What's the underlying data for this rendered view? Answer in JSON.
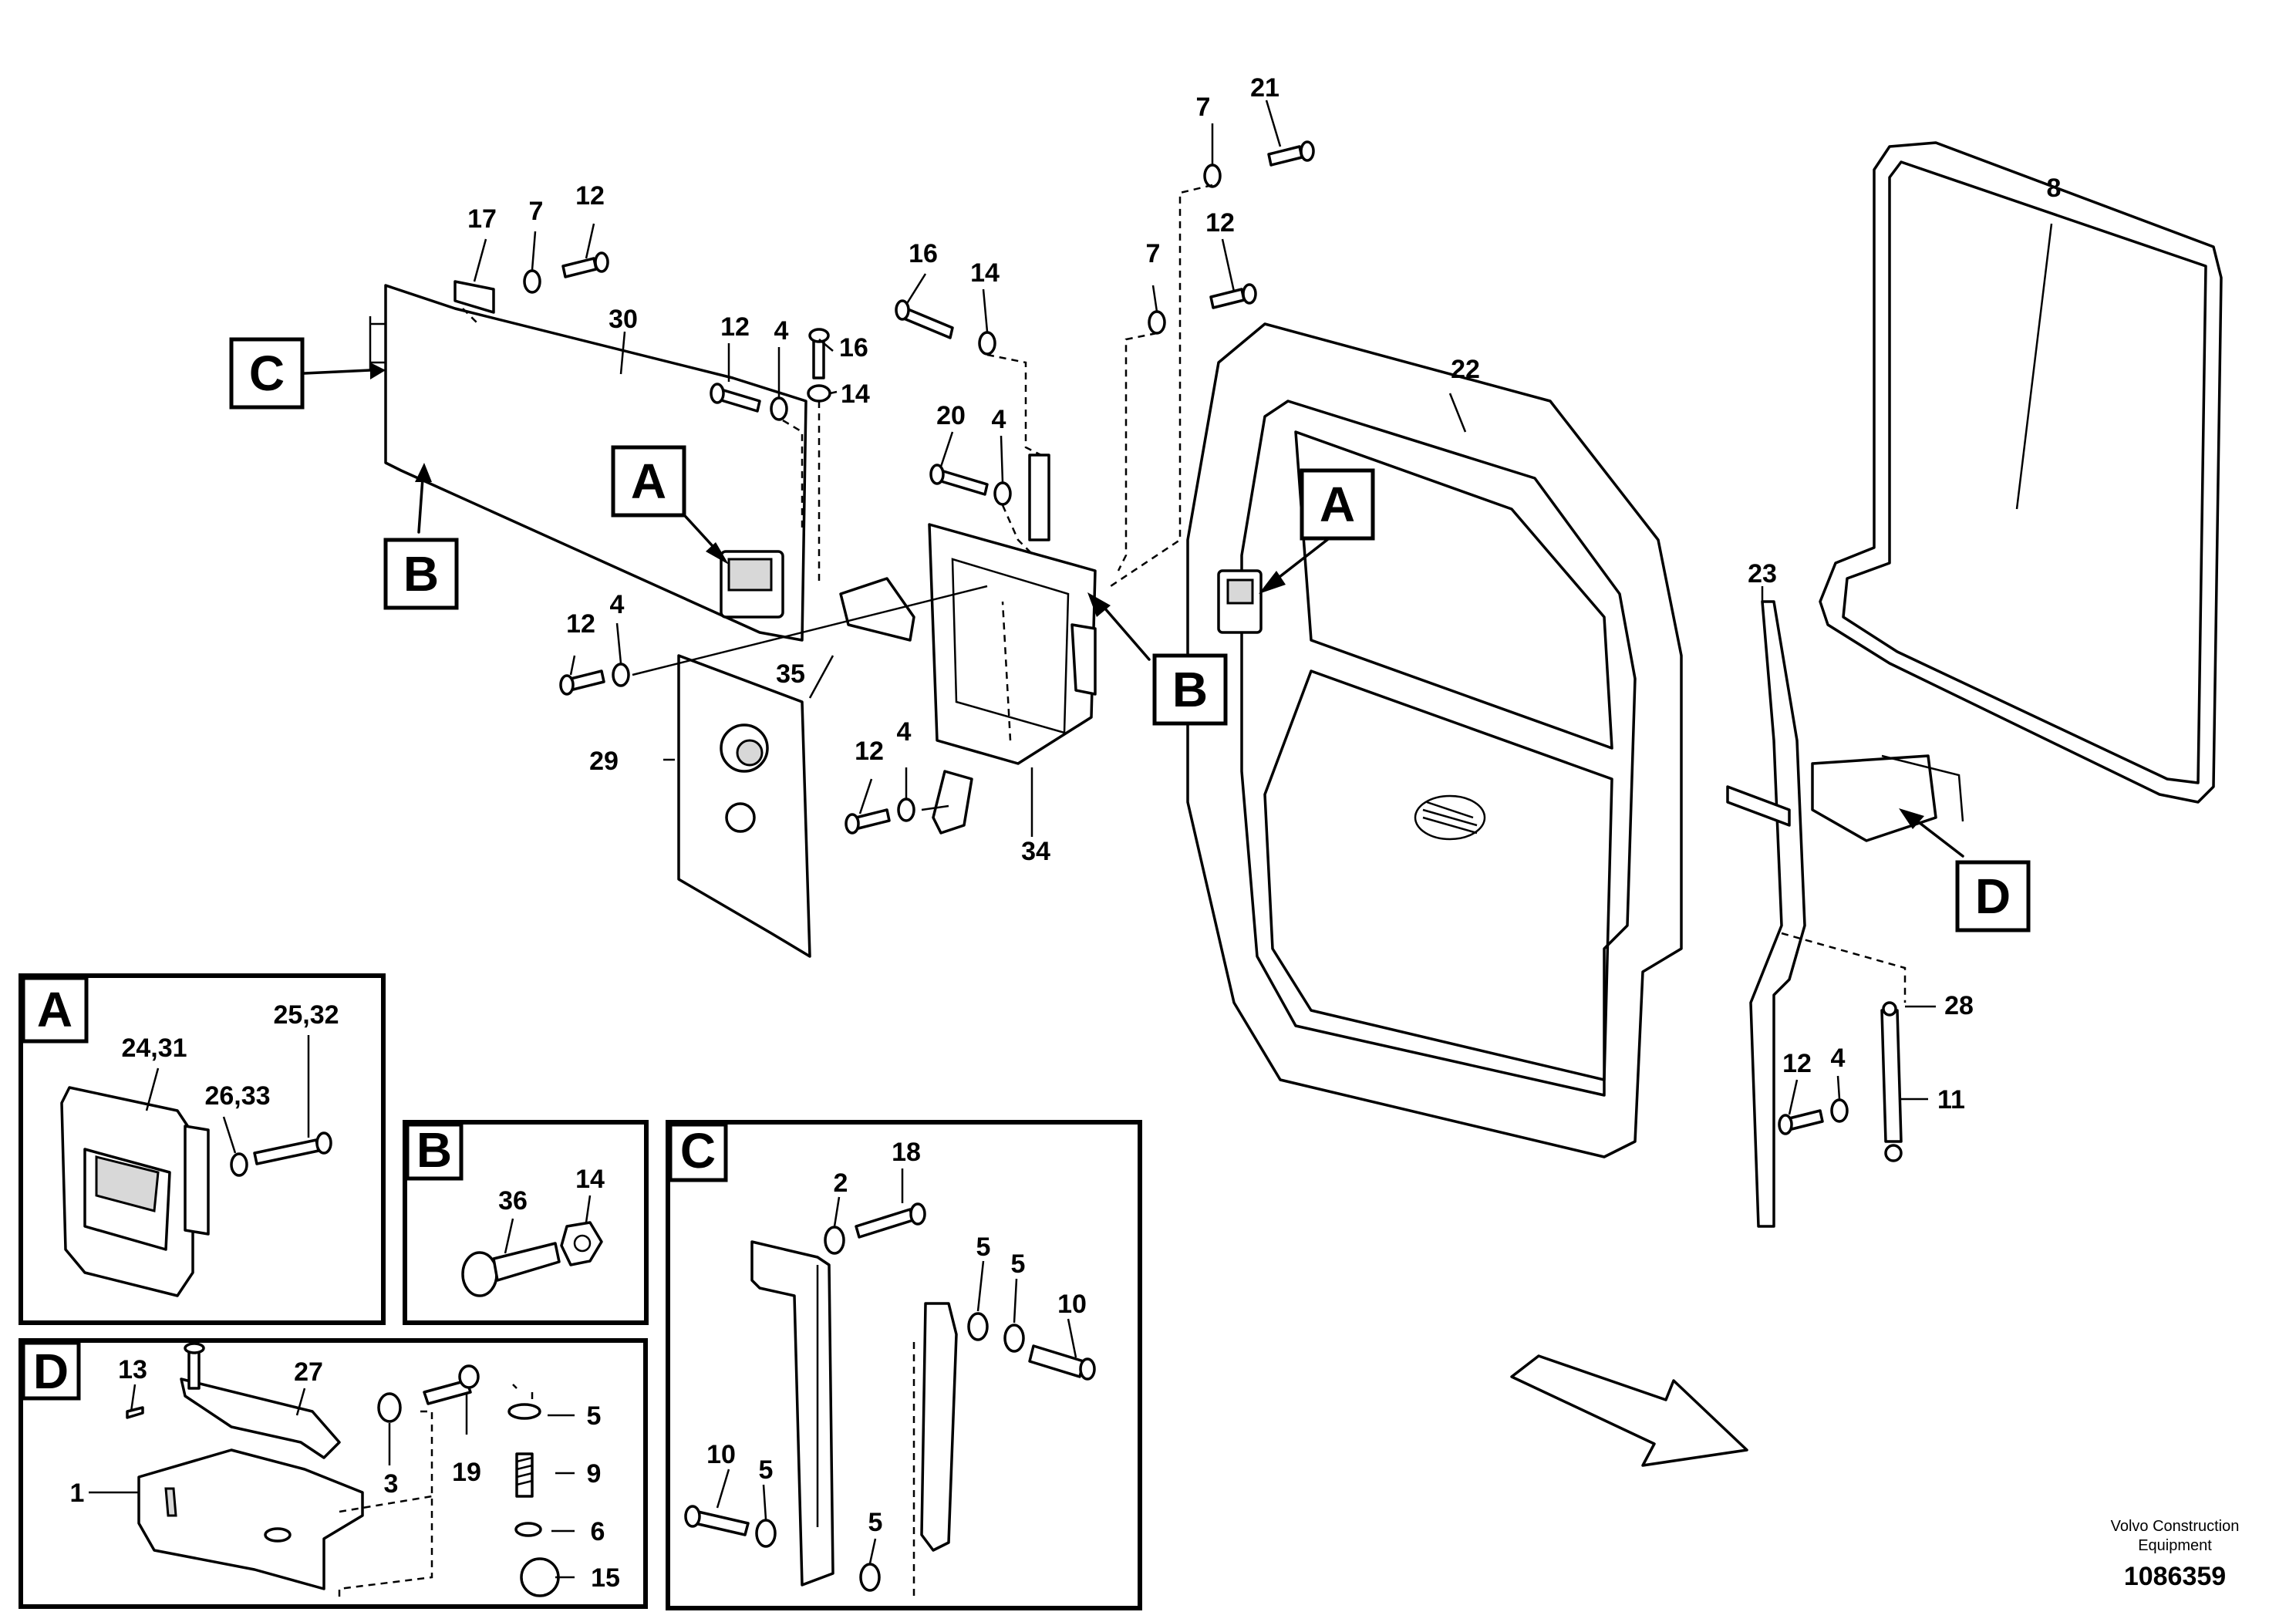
{
  "brand": {
    "line1": "Volvo Construction",
    "line2": "Equipment",
    "doc_number": "1086359"
  },
  "main_view": {
    "callout_boxes": [
      "C",
      "B",
      "A",
      "A",
      "B",
      "D"
    ],
    "labels": [
      "7",
      "21",
      "8",
      "17",
      "7",
      "12",
      "16",
      "14",
      "7",
      "12",
      "30",
      "12",
      "4",
      "16",
      "14",
      "22",
      "20",
      "4",
      "23",
      "12",
      "4",
      "35",
      "29",
      "12",
      "4",
      "34",
      "28",
      "12",
      "4",
      "11"
    ]
  },
  "detail_a": {
    "title": "A",
    "labels": [
      "24,31",
      "26,33",
      "25,32"
    ]
  },
  "detail_b": {
    "title": "B",
    "labels": [
      "36",
      "14"
    ]
  },
  "detail_c": {
    "title": "C",
    "labels": [
      "2",
      "18",
      "5",
      "5",
      "10",
      "10",
      "5",
      "5"
    ]
  },
  "detail_d": {
    "title": "D",
    "labels": [
      "13",
      "27",
      "5",
      "9",
      "19",
      "3",
      "1",
      "6",
      "15"
    ]
  }
}
